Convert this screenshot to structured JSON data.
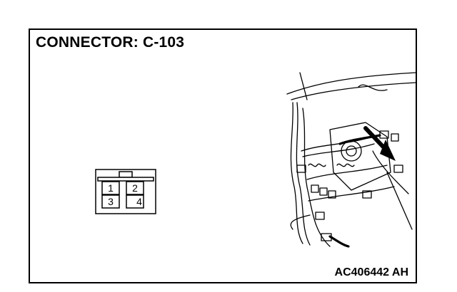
{
  "title": "CONNECTOR: C-103",
  "connector": {
    "pins": [
      "1",
      "2",
      "3",
      "4"
    ]
  },
  "figure_code": "AC406442 AH"
}
